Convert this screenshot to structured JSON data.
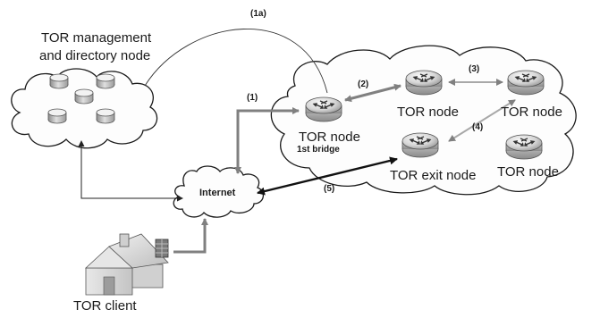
{
  "labels": {
    "management_line1": "TOR management",
    "management_line2": "and directory node",
    "bridge_title": "TOR node",
    "bridge_subtitle": "1st bridge",
    "node2": "TOR node",
    "node3": "TOR node",
    "exit": "TOR exit node",
    "node5": "TOR node",
    "internet": "Internet",
    "client": "TOR  client"
  },
  "steps": {
    "s1a": "(1a)",
    "s1": "(1)",
    "s2": "(2)",
    "s3": "(3)",
    "s4": "(4)",
    "s5": "(5)"
  }
}
